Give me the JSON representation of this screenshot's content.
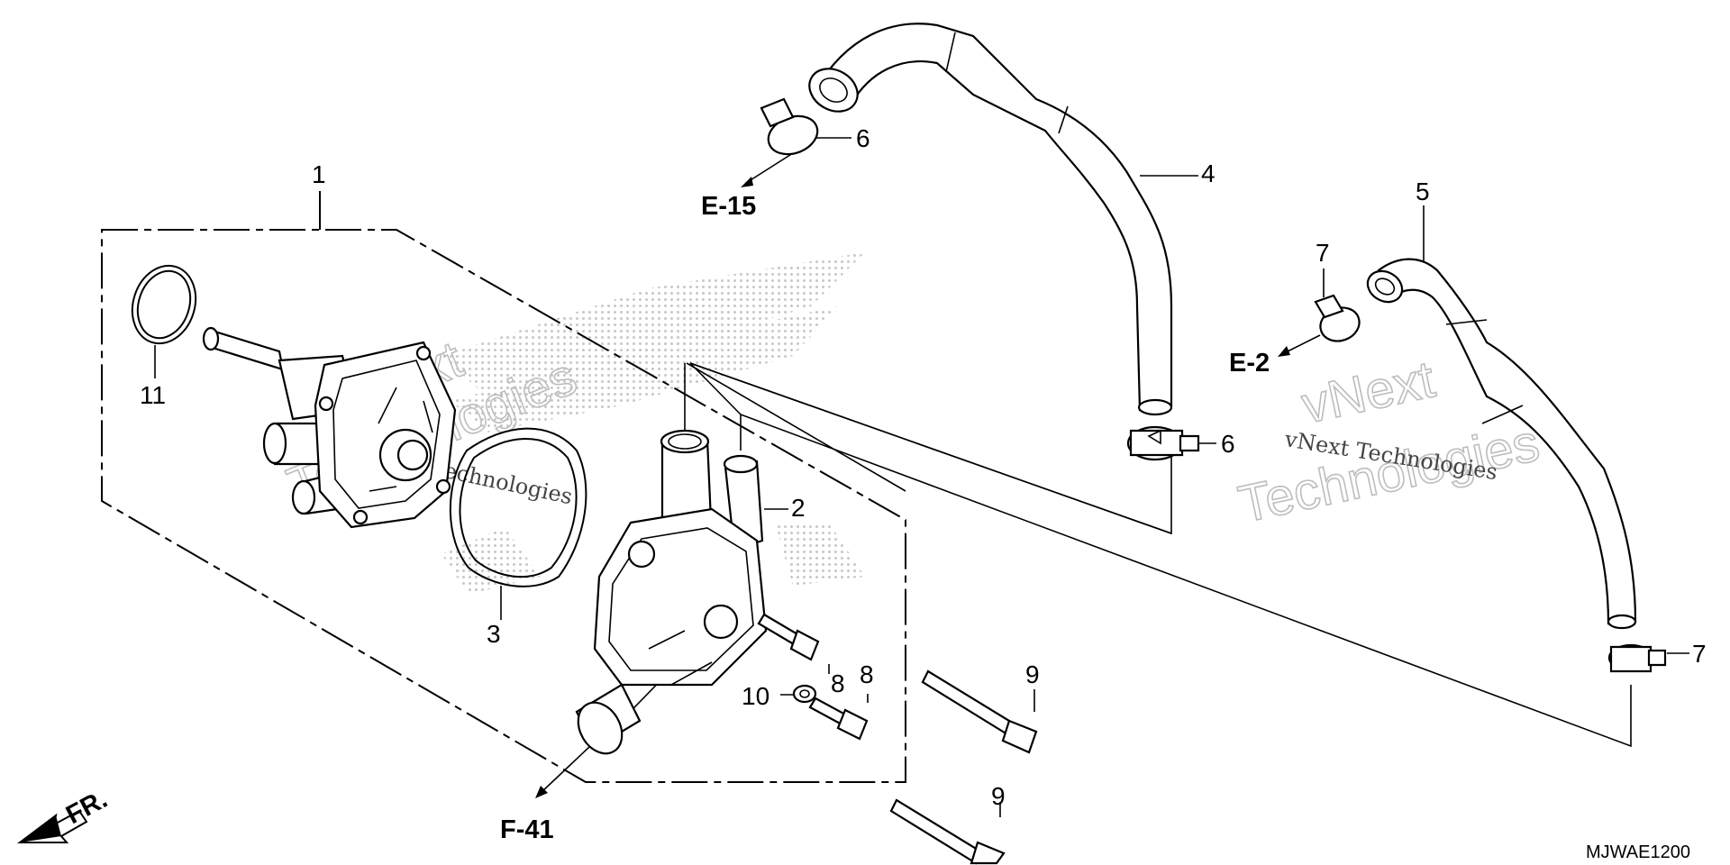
{
  "diagram": {
    "part_labels": {
      "p1": "1",
      "p2": "2",
      "p3": "3",
      "p4": "4",
      "p5": "5",
      "p6a": "6",
      "p6b": "6",
      "p7a": "7",
      "p7b": "7",
      "p8a": "8",
      "p8b": "8",
      "p9a": "9",
      "p9b": "9",
      "p10": "10",
      "p11": "11"
    },
    "references": {
      "e15": "E-15",
      "e2": "E-2",
      "f41": "F-41",
      "front": "FR."
    },
    "drawing_code": "MJWAE1200",
    "watermarks": {
      "left_big": "vNext",
      "left_big2": "Technologies",
      "left_small": "vNext Technologies",
      "right_big": "vNext",
      "right_big2": "Technologies",
      "right_small": "vNext Technologies"
    },
    "colors": {
      "line": "#000000",
      "background": "#ffffff",
      "halftone": "#c8c8c8",
      "watermark": "#bdbdbd"
    }
  }
}
